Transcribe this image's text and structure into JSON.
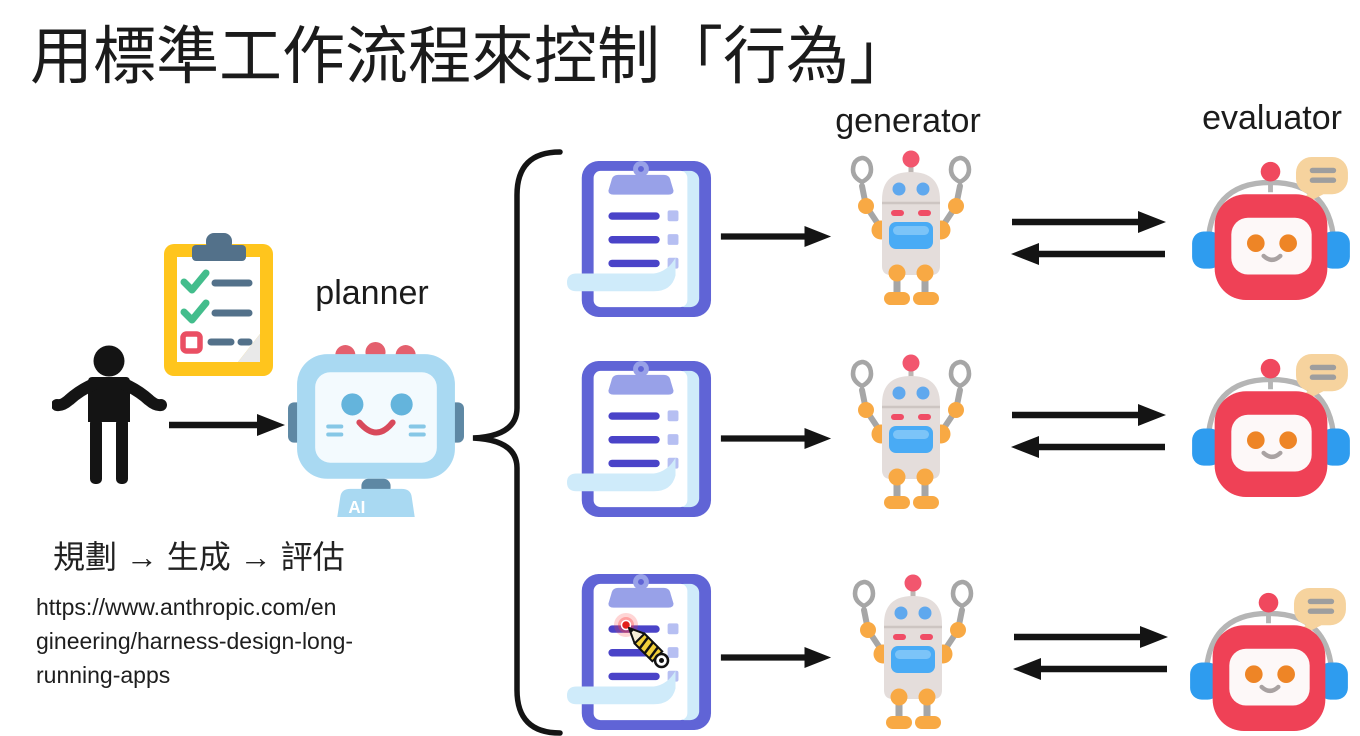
{
  "title": "用標準工作流程來控制「行為」",
  "stage_labels": {
    "planner": "planner",
    "generator": "generator",
    "evaluator": "evaluator"
  },
  "planner_badge": "AI",
  "flow_text": "規劃 → 生成 → 評估",
  "source_url": "https://www.anthropic.com/engineering/harness-design-long-running-apps",
  "source_url_lines": {
    "l1": "https://www.anthropic.com/en",
    "l2": "gineering/harness-design-long-",
    "l3": "running-apps"
  },
  "icons": [
    "person-icon",
    "checklist-clipboard-icon",
    "planner-robot-icon",
    "brace-icon",
    "task-clipboard-icon",
    "pencil-cursor-icon",
    "arrow-right-icon",
    "exchange-arrows-icon",
    "generator-robot-icon",
    "evaluator-robot-icon",
    "speech-bubble-icon"
  ],
  "colors": {
    "ink": "#141414",
    "yellow": "#FFC51D",
    "slate": "#53718A",
    "green": "#43BD8C",
    "check-red": "#EA4F63",
    "indigo": "#6064D6",
    "indigo-deep": "#4A43C8",
    "periwinkle": "#98A1E8",
    "periwinkle-light": "#B6BFF2",
    "sky": "#CFEBFA",
    "robot-blue": "#A9D9F2",
    "robot-blue-dark": "#5E88A4",
    "robot-screen": "#F3FAFE",
    "robot-eye": "#64B4DC",
    "robot-mouth": "#D8495B",
    "bump-red": "#E4606E",
    "gen-body": "#E4DDDB",
    "gen-seam": "#CDC5C2",
    "antenna-pink": "#F2566E",
    "gen-eye": "#5FA8EE",
    "gen-cheek": "#F04D66",
    "gen-screen": "#49ABF5",
    "gen-screen-light": "#7CC4F8",
    "orange": "#F8A944",
    "limb-gray": "#A6A6A6",
    "eval-red": "#EF4156",
    "eval-face": "#FDF8F8",
    "eval-eye": "#EE8526",
    "eval-ear": "#2E9CEF",
    "bubble": "#F6D39E",
    "bubble-line": "#9E9E9E"
  }
}
